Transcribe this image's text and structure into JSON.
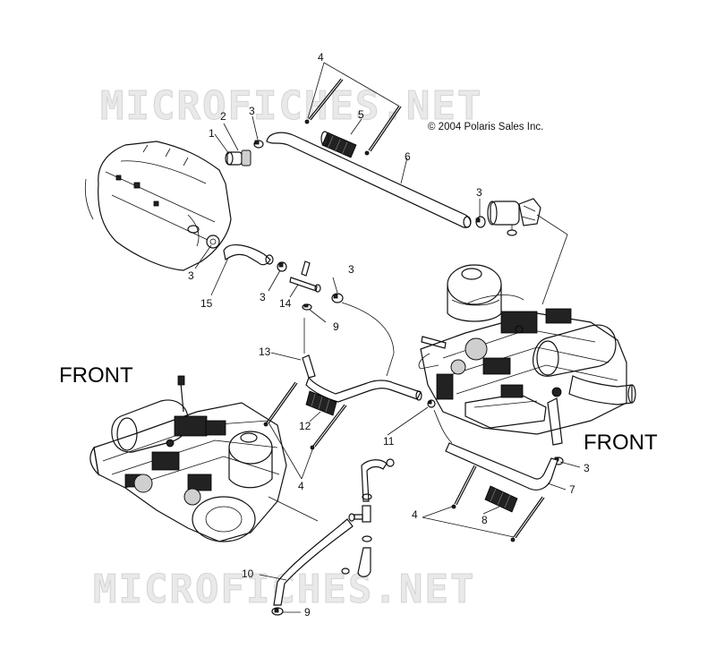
{
  "watermark": "MICROFICHES.NET",
  "copyright": "© 2004 Polaris Sales Inc.",
  "front_label": "FRONT",
  "callouts": {
    "c1": "1",
    "c2": "2",
    "c3a": "3",
    "c3b": "3",
    "c3c": "3",
    "c3d": "3",
    "c3e": "3",
    "c3f": "3",
    "c4a": "4",
    "c4b": "4",
    "c4c": "4",
    "c5": "5",
    "c6": "6",
    "c7": "7",
    "c8": "8",
    "c9a": "9",
    "c9b": "9",
    "c10": "10",
    "c11": "11",
    "c12": "12",
    "c13": "13",
    "c14": "14",
    "c15": "15"
  }
}
